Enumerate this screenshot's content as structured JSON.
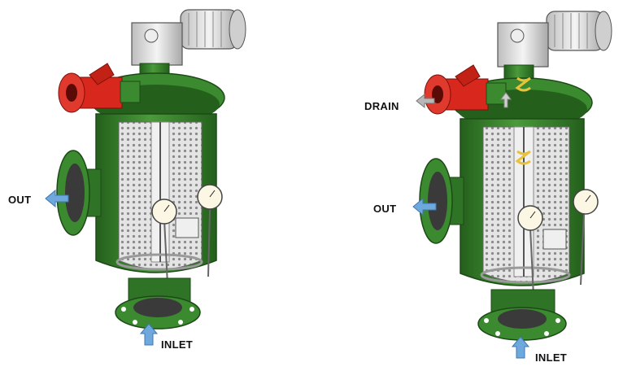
{
  "left_filter": {
    "labels": {
      "out": "OUT",
      "inlet": "INLET"
    }
  },
  "right_filter": {
    "labels": {
      "drain": "DRAIN",
      "out": "OUT",
      "inlet": "INLET"
    }
  },
  "colors": {
    "body_green": "#3b8a2f",
    "body_green_dark": "#24601c",
    "body_green_light": "#5fae4a",
    "valve_red": "#d8281e",
    "screen_gray": "#d6d6d6",
    "motor_gray": "#e6e6e6",
    "arrow_blue": "#6fa8dc"
  }
}
